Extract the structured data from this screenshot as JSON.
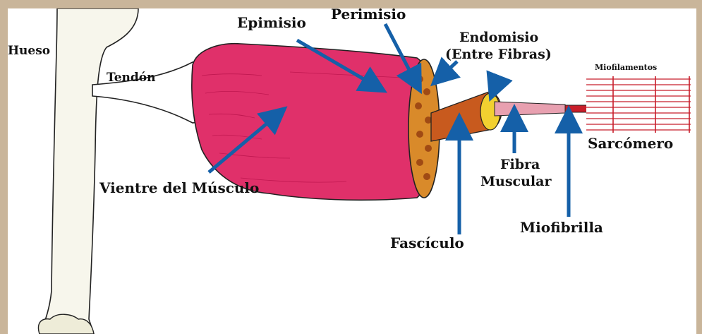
{
  "diagram": {
    "labels": {
      "hueso": "Hueso",
      "tendon": "Tendón",
      "epimisio": "Epimisio",
      "perimisio": "Perimisio",
      "endomisio": "Endomisio",
      "entre_fibras": "(Entre Fibras)",
      "miofilamentos": "Miofilamentos",
      "sarcomero": "Sarcómero",
      "fibra": "Fibra",
      "muscular": "Muscular",
      "vientre": "Vientre del Músculo",
      "fasciculo": "Fascículo",
      "miofibrilla": "Miofibrilla"
    },
    "colors": {
      "background_frame": "#c9b59a",
      "panel": "#ffffff",
      "muscle": "#e0306a",
      "arrow": "#1560a8",
      "fascicle": "#c85a1e",
      "fiber": "#e8a0b0",
      "sarcomere": "#c81e2a"
    }
  }
}
